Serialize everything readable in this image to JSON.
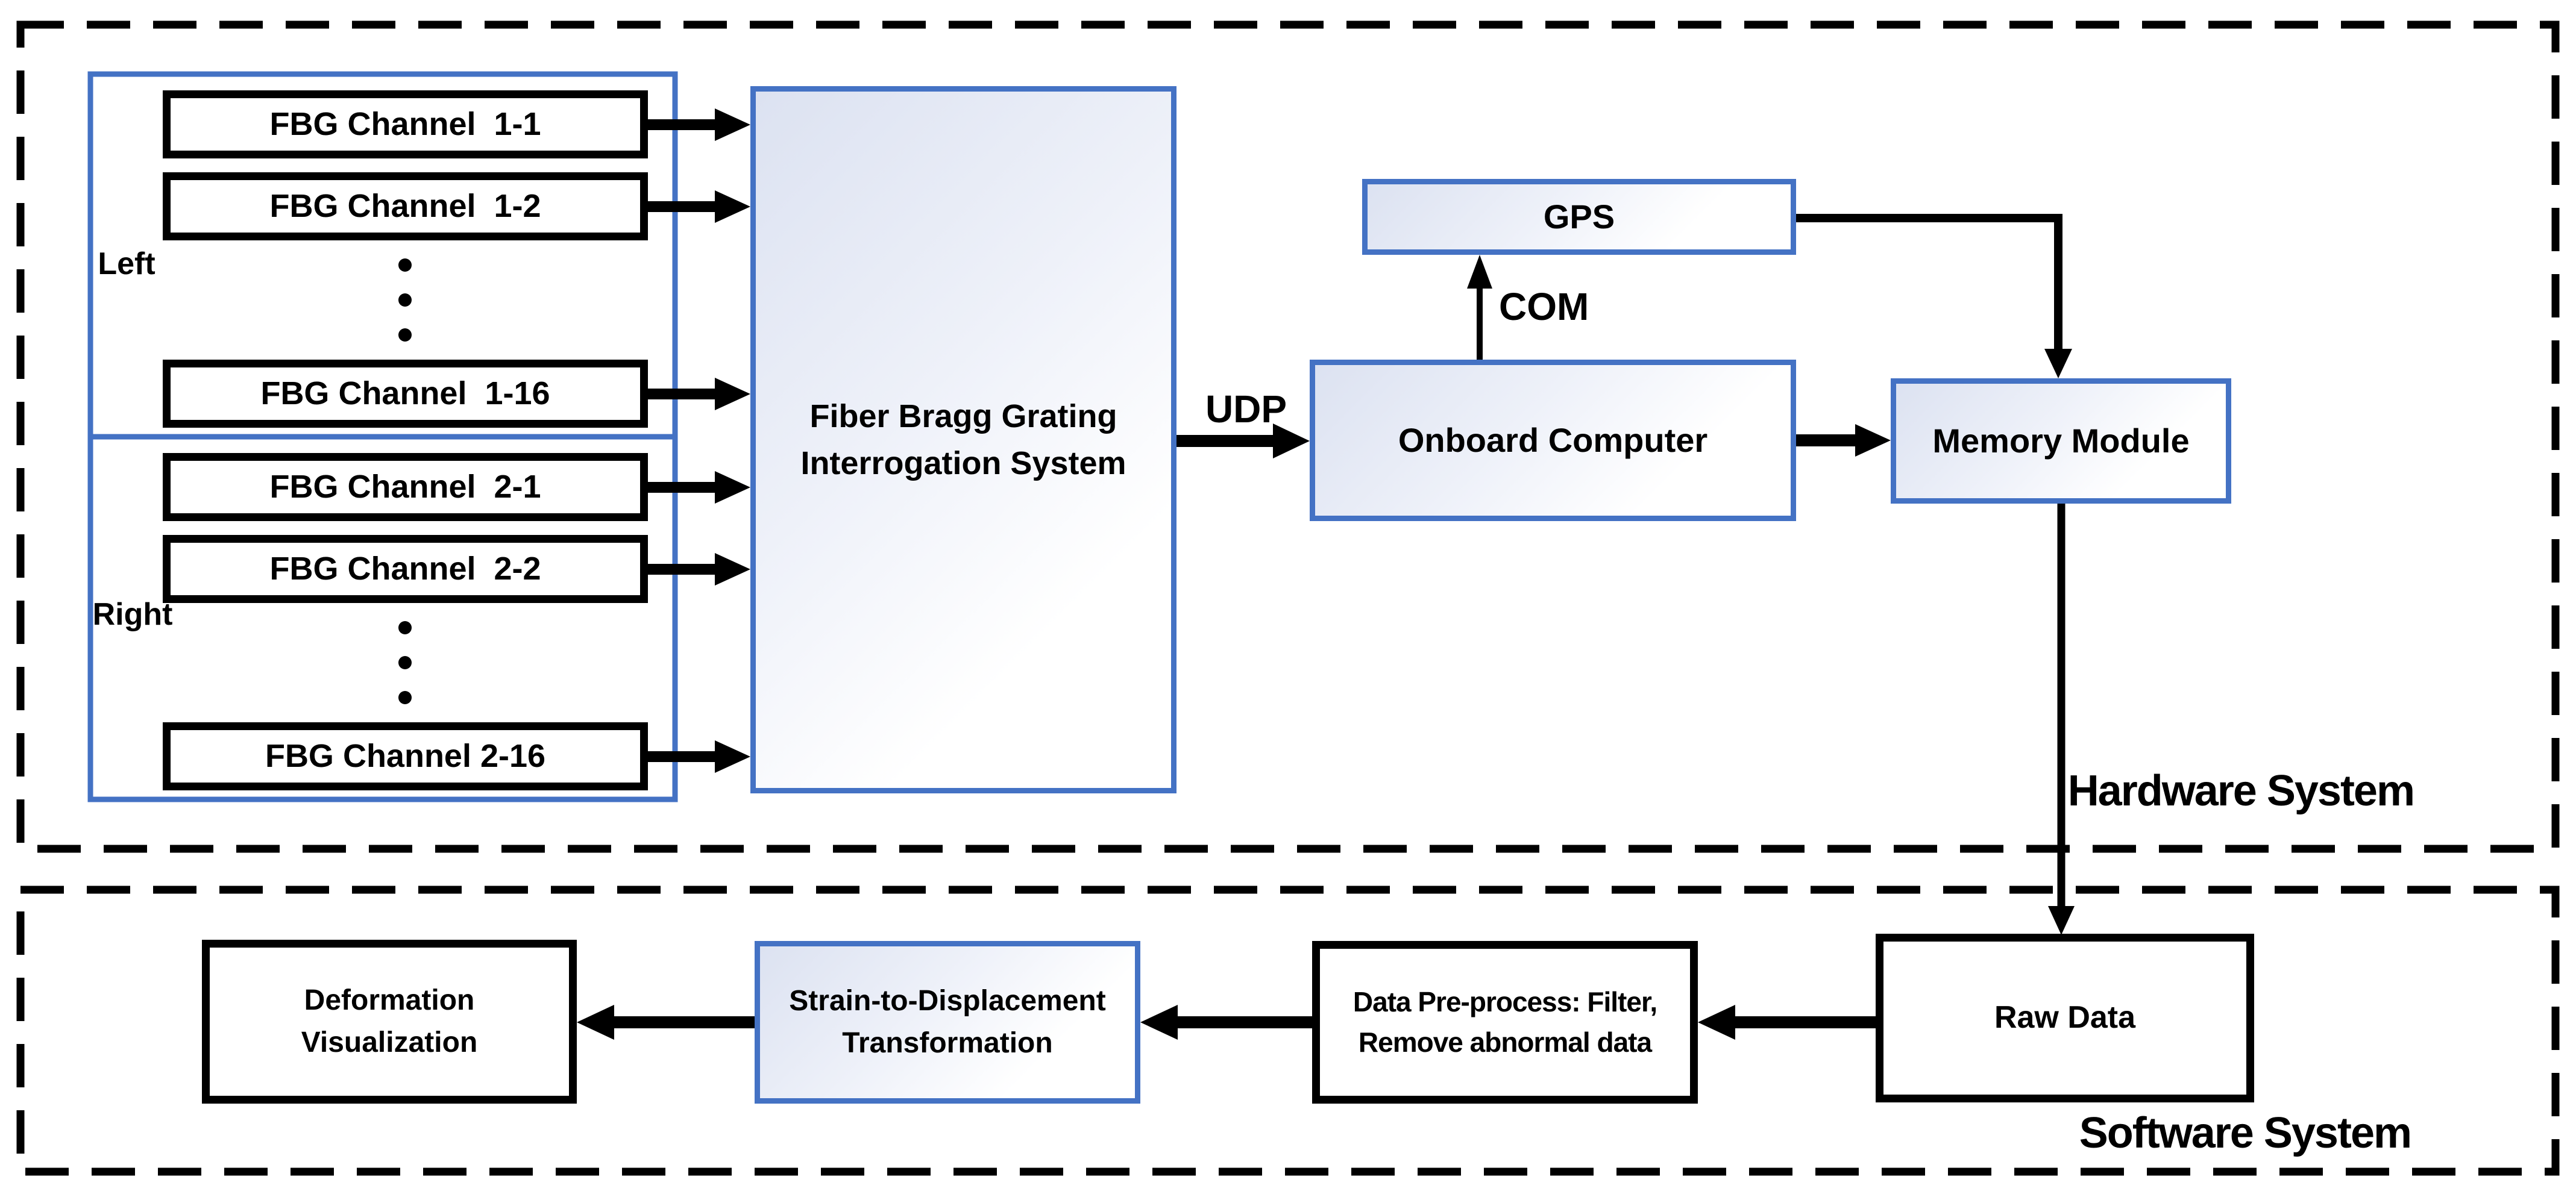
{
  "colors": {
    "accent_blue": "#4472C4",
    "line_black": "#000000",
    "gradient_fill_light": "#DCE2F1"
  },
  "sections": {
    "hardware": {
      "label": "Hardware System"
    },
    "software": {
      "label": "Software System"
    }
  },
  "groups": {
    "left": {
      "label": "Left",
      "channels": [
        "FBG Channel  1-1",
        "FBG Channel  1-2",
        "FBG Channel  1-16"
      ]
    },
    "right": {
      "label": "Right",
      "channels": [
        "FBG Channel  2-1",
        "FBG Channel  2-2",
        "FBG Channel 2-16"
      ]
    }
  },
  "nodes": {
    "interrogator": {
      "line1": "Fiber Bragg Grating",
      "line2": "Interrogation System"
    },
    "gps": {
      "label": "GPS"
    },
    "onboard_computer": {
      "label": "Onboard Computer"
    },
    "memory_module": {
      "label": "Memory Module"
    },
    "raw_data": {
      "label": "Raw Data"
    },
    "preprocess": {
      "line1": "Data Pre-process: Filter,",
      "line2": "Remove abnormal data"
    },
    "strain": {
      "line1": "Strain-to-Displacement",
      "line2": "Transformation"
    },
    "visualization": {
      "line1": "Deformation",
      "line2": "Visualization"
    }
  },
  "connections": {
    "udp_label": "UDP",
    "com_label": "COM"
  }
}
